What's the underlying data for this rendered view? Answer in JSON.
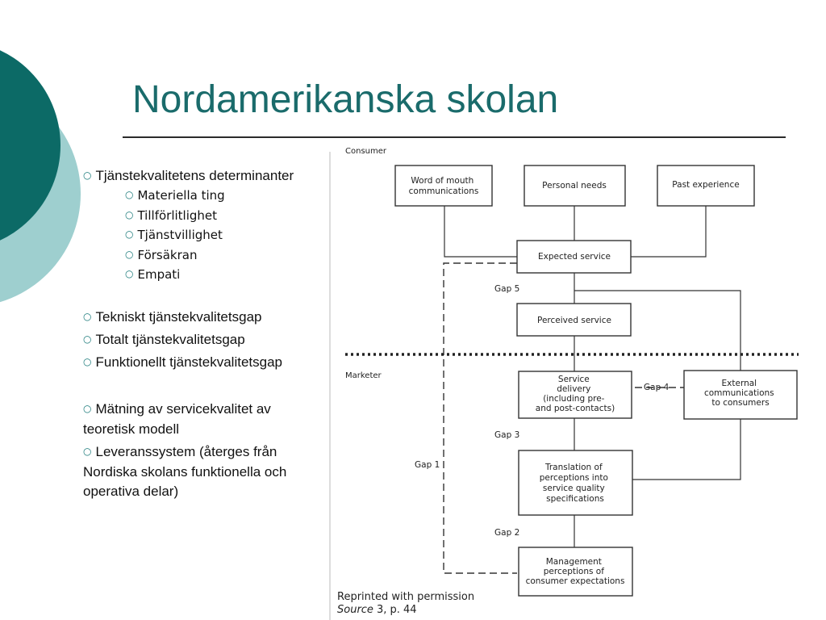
{
  "slide": {
    "title": "Nordamerikanska skolan",
    "colors": {
      "title": "#1a6b6b",
      "bullet": "#1a7a7a",
      "deco_dark": "#0c6a66",
      "deco_light": "#9ecfcf"
    }
  },
  "bullets": {
    "b1": "Tjänstekvalitetens determinanter",
    "sub": [
      "Materiella ting",
      "Tillförlitlighet",
      "Tjänstvillighet",
      "Försäkran",
      "Empati"
    ],
    "b2": "Tekniskt tjänstekvalitetsgap",
    "b3": "Totalt tjänstekvalitetsgap",
    "b4": "Funktionellt tjänstekvalitetsgap",
    "b5": "Mätning av servicekvalitet av teoretisk modell",
    "b6": "Leveranssystem (återges från Nordiska skolans funktionella och operativa delar)"
  },
  "diagram": {
    "consumer_label": "Consumer",
    "marketer_label": "Marketer",
    "boxes": {
      "word_of_mouth": [
        "Word of mouth",
        "communications"
      ],
      "personal_needs": [
        "Personal needs"
      ],
      "past_experience": [
        "Past experience"
      ],
      "expected_service": [
        "Expected service"
      ],
      "perceived_service": [
        "Perceived service"
      ],
      "service_delivery": [
        "Service",
        "delivery",
        "(including pre-",
        "and post-contacts)"
      ],
      "external_comm": [
        "External",
        "communications",
        "to consumers"
      ],
      "translation": [
        "Translation of",
        "perceptions into",
        "service quality",
        "specifications"
      ],
      "management": [
        "Management",
        "perceptions of",
        "consumer expectations"
      ]
    },
    "gaps": {
      "gap1": "Gap 1",
      "gap2": "Gap 2",
      "gap3": "Gap 3",
      "gap4": "Gap 4",
      "gap5": "Gap 5"
    },
    "reprint_line1": "Reprinted with permission",
    "reprint_source": "Source",
    "reprint_ref": "3, p. 44"
  }
}
